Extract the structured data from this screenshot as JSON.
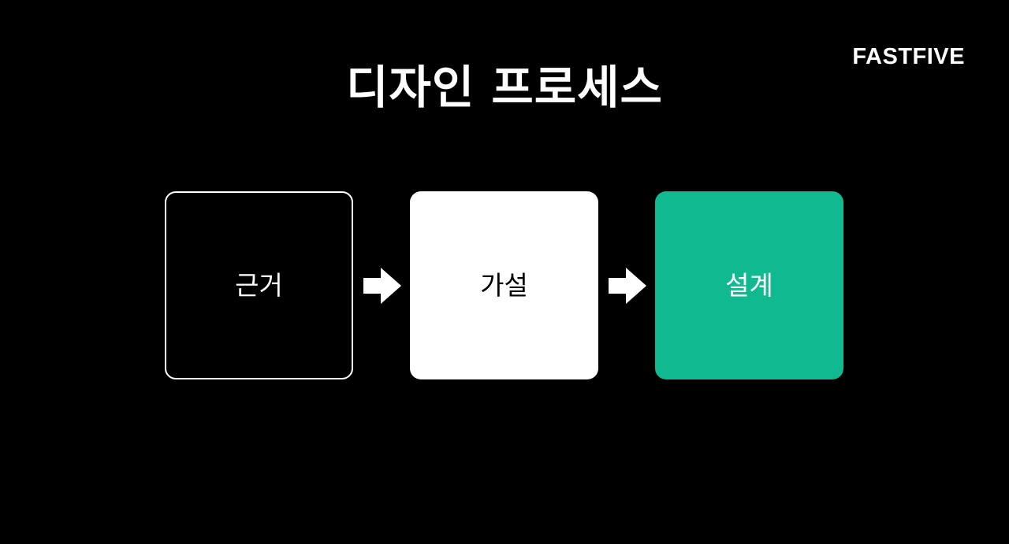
{
  "logo": {
    "text": "FASTFIVE"
  },
  "title": "디자인 프로세스",
  "steps": [
    {
      "label": "근거",
      "style": "outline",
      "fill": "#000000",
      "text_color": "#ffffff"
    },
    {
      "label": "가설",
      "style": "filled",
      "fill": "#ffffff",
      "text_color": "#000000"
    },
    {
      "label": "설계",
      "style": "filled",
      "fill": "#10b990",
      "text_color": "#ffffff"
    }
  ],
  "arrows": [
    {
      "icon": "arrow-right-icon"
    },
    {
      "icon": "arrow-right-icon"
    }
  ],
  "colors": {
    "background": "#000000",
    "accent": "#10b990",
    "foreground": "#ffffff"
  }
}
